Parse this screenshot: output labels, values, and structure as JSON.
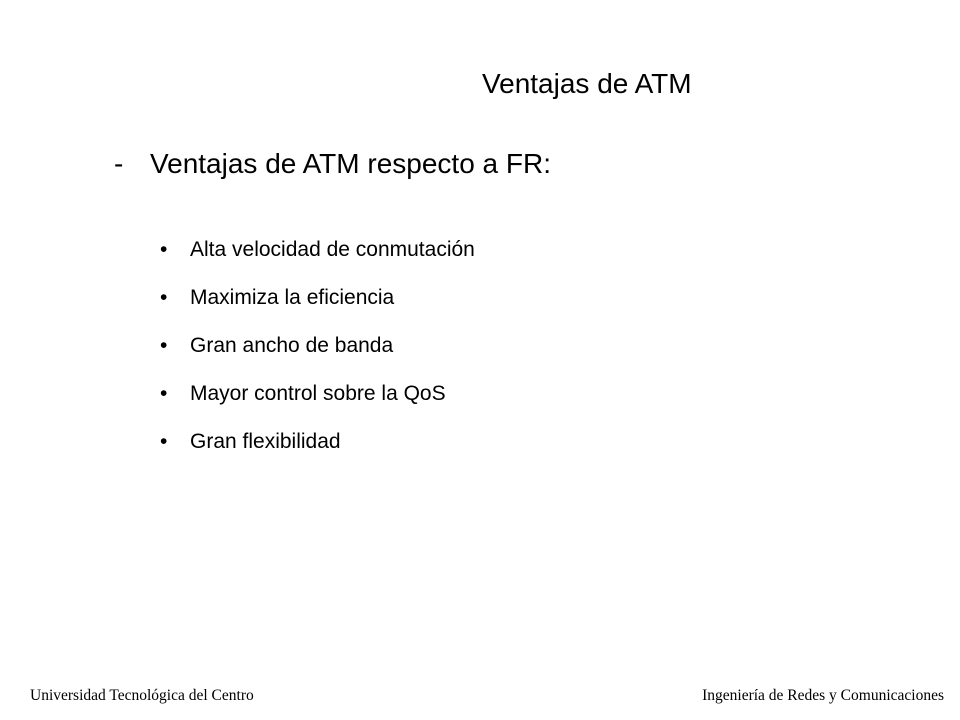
{
  "slide": {
    "title": "Ventajas de ATM",
    "subtitle": {
      "marker": "-",
      "text": "Ventajas de ATM respecto a FR:"
    },
    "bullet_marker": "•",
    "bullets": [
      "Alta velocidad de conmutación",
      "Maximiza la eficiencia",
      "Gran ancho de banda",
      "Mayor control sobre la QoS",
      "Gran flexibilidad"
    ]
  },
  "footer": {
    "left": "Universidad Tecnológica del Centro",
    "right": "Ingeniería de Redes y Comunicaciones"
  }
}
